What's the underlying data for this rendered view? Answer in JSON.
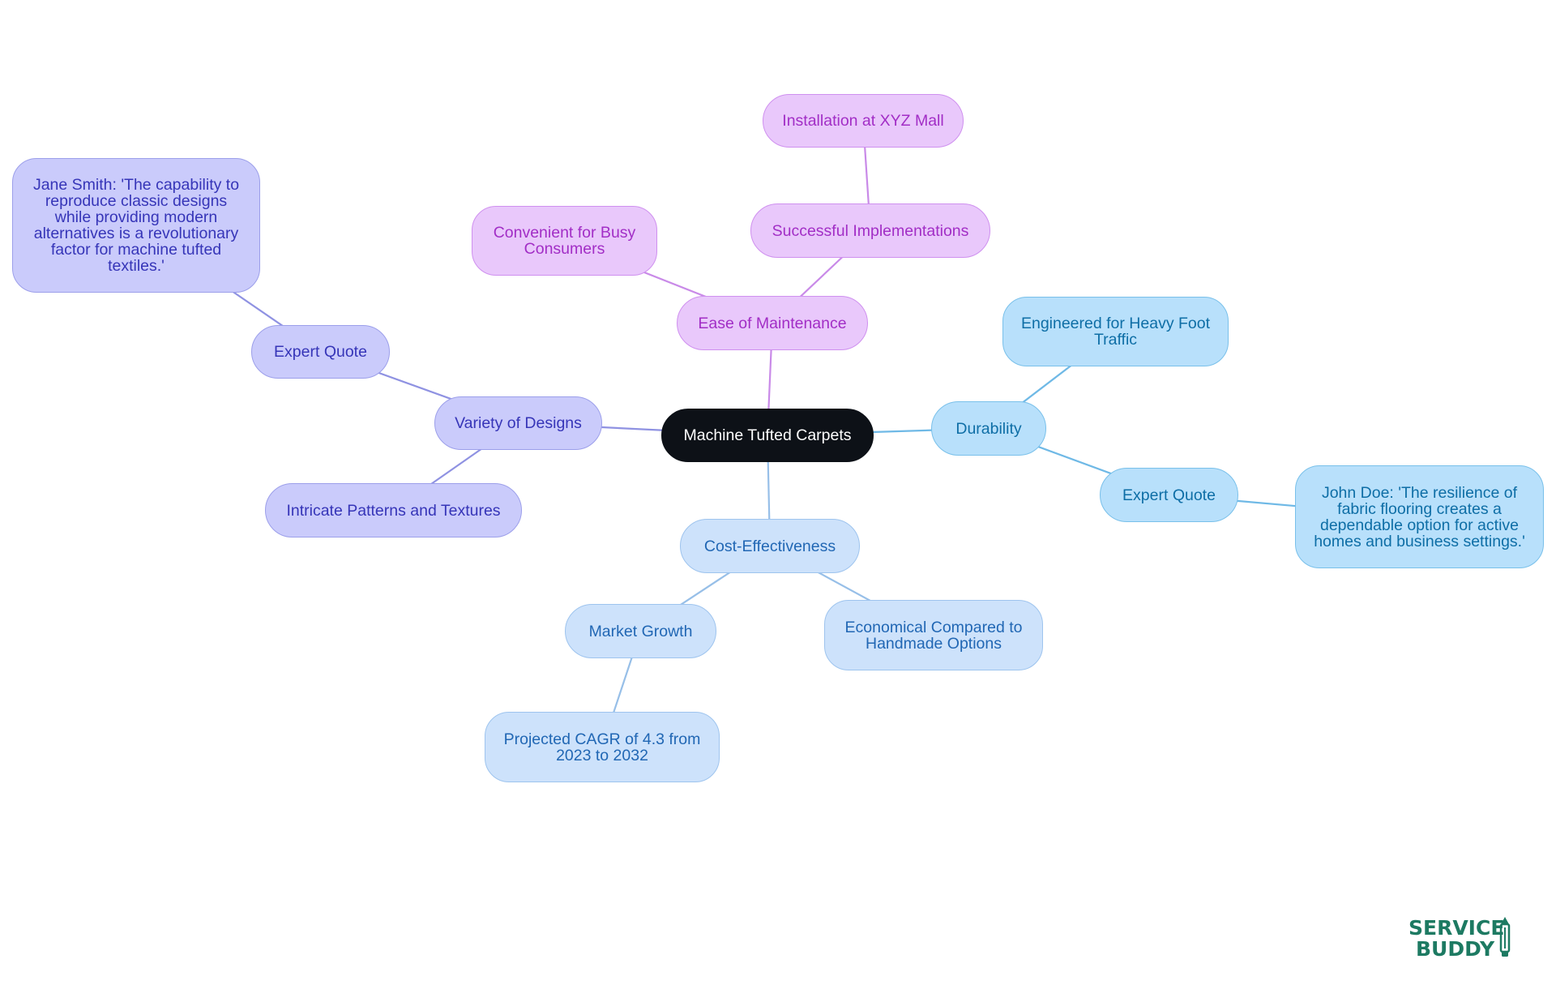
{
  "diagram": {
    "root": {
      "id": "root",
      "label": "Machine Tufted Carpets"
    },
    "branches": [
      {
        "id": "ease",
        "label": "Ease of Maintenance",
        "color": "purple",
        "children": [
          {
            "id": "convenient",
            "label": "Convenient for Busy Consumers",
            "children": []
          },
          {
            "id": "success",
            "label": "Successful Implementations",
            "children": [
              {
                "id": "xyz",
                "label": "Installation at XYZ Mall",
                "children": []
              }
            ]
          }
        ]
      },
      {
        "id": "variety",
        "label": "Variety of Designs",
        "color": "indigo",
        "children": [
          {
            "id": "quote-left",
            "label": "Expert Quote",
            "children": [
              {
                "id": "jane",
                "label": "Jane Smith: 'The capability to reproduce classic designs while providing modern alternatives is a revolutionary factor for machine tufted textiles.'",
                "children": []
              }
            ]
          },
          {
            "id": "intricate",
            "label": "Intricate Patterns and Textures",
            "children": []
          }
        ]
      },
      {
        "id": "durability",
        "label": "Durability",
        "color": "sky",
        "children": [
          {
            "id": "heavy",
            "label": "Engineered for Heavy Foot Traffic",
            "children": []
          },
          {
            "id": "quote-right",
            "label": "Expert Quote",
            "children": [
              {
                "id": "john",
                "label": "John Doe: 'The resilience of fabric flooring creates a dependable option for active homes and business settings.'",
                "children": []
              }
            ]
          }
        ]
      },
      {
        "id": "cost",
        "label": "Cost-Effectiveness",
        "color": "pale",
        "children": [
          {
            "id": "market",
            "label": "Market Growth",
            "children": [
              {
                "id": "cagr",
                "label": "Projected CAGR of 4.3 from 2023 to 2032",
                "children": []
              }
            ]
          },
          {
            "id": "economical",
            "label": "Economical Compared to Handmade Options",
            "children": []
          }
        ]
      }
    ]
  },
  "colors": {
    "purple": {
      "fill": "#e9c8fb",
      "stroke": "#cf90ef",
      "text": "#a22ec6",
      "edge": "#c98ae8"
    },
    "indigo": {
      "fill": "#cacbfb",
      "stroke": "#9c9fea",
      "text": "#3635b8",
      "edge": "#8f92e2"
    },
    "sky": {
      "fill": "#b8e0fb",
      "stroke": "#79c0ea",
      "text": "#0e6ea6",
      "edge": "#6fb9e6"
    },
    "pale": {
      "fill": "#cde2fb",
      "stroke": "#9ec4ee",
      "text": "#2167b4",
      "edge": "#97bfe8"
    },
    "root": {
      "fill": "#0d1117",
      "text": "#ffffff"
    }
  },
  "logo": {
    "line1": "SERVICE",
    "line2": "BUDDY",
    "icon": "pencil-icon",
    "color": "#1d7a62"
  }
}
